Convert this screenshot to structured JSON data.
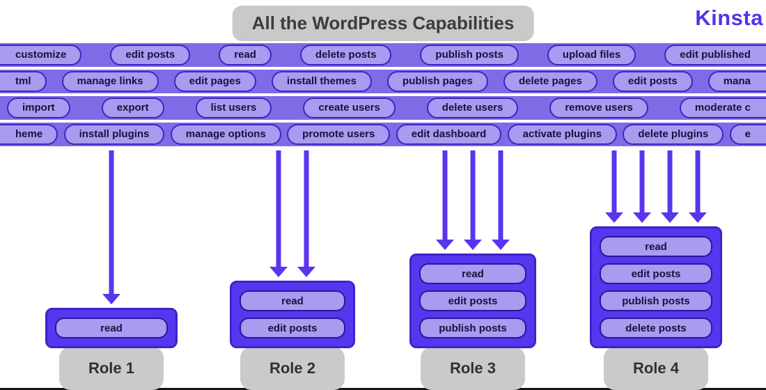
{
  "header": {
    "title": "All the WordPress Capabilities",
    "logo": "Kinsta"
  },
  "capability_rows": [
    [
      "customize",
      "edit posts",
      "read",
      "delete posts",
      "publish posts",
      "upload files",
      "edit published"
    ],
    [
      "tml",
      "manage links",
      "edit pages",
      "install themes",
      "publish pages",
      "delete pages",
      "edit posts",
      "mana"
    ],
    [
      "import",
      "export",
      "list users",
      "create users",
      "delete users",
      "remove users",
      "moderate c"
    ],
    [
      "heme",
      "install plugins",
      "manage options",
      "promote users",
      "edit dashboard",
      "activate plugins",
      "delete plugins",
      "e"
    ]
  ],
  "roles": [
    {
      "label": "Role 1",
      "arrow_count": 1,
      "capabilities": [
        "read"
      ]
    },
    {
      "label": "Role 2",
      "arrow_count": 2,
      "capabilities": [
        "read",
        "edit posts"
      ]
    },
    {
      "label": "Role 3",
      "arrow_count": 3,
      "capabilities": [
        "read",
        "edit posts",
        "publish posts"
      ]
    },
    {
      "label": "Role 4",
      "arrow_count": 4,
      "capabilities": [
        "read",
        "edit posts",
        "publish posts",
        "delete posts"
      ]
    }
  ],
  "colors": {
    "band": "#7e6ce6",
    "pill_bg": "#a89bf0",
    "pill_border": "#4023c4",
    "pill_text": "#17113d",
    "role_box": "#5636ee",
    "arrow": "#5a35ed",
    "label_bg": "#cacaca",
    "brand_accent": "#5233ec"
  }
}
